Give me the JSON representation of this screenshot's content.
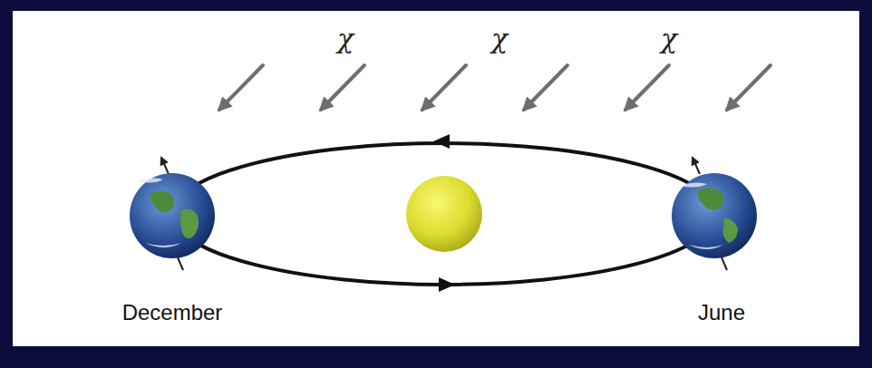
{
  "diagram": {
    "labels": [
      "χ",
      "χ",
      "χ",
      "December",
      "June"
    ]
  }
}
